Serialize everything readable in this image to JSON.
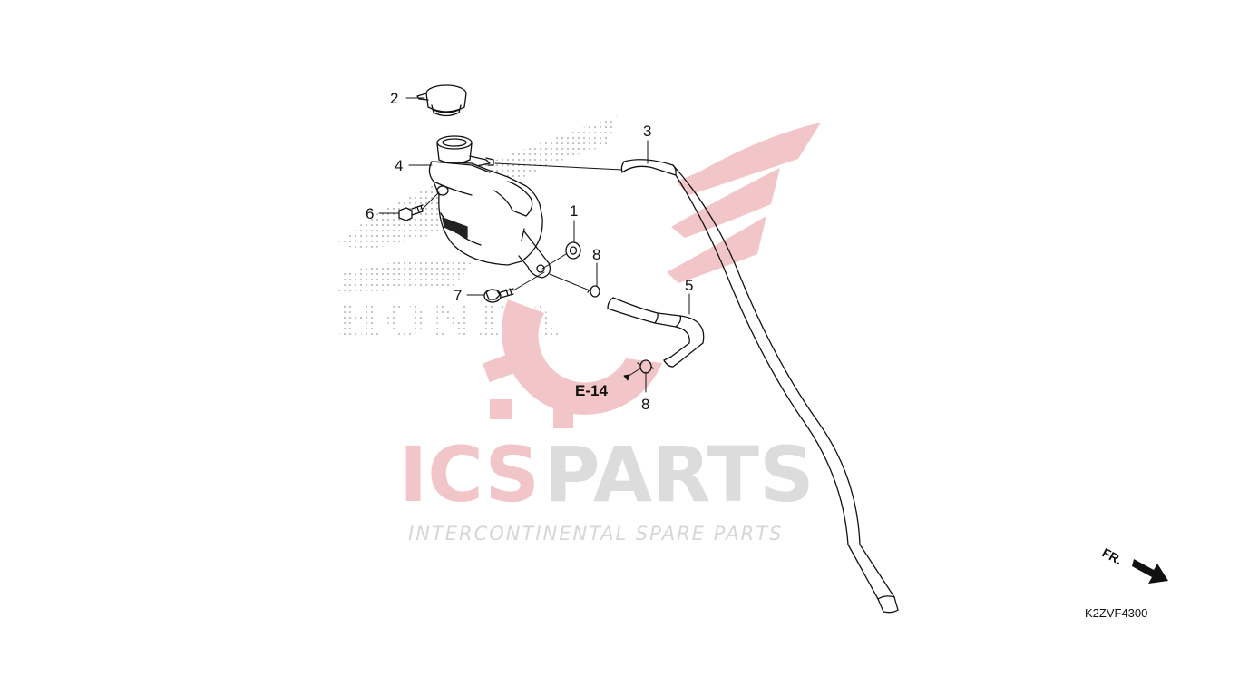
{
  "watermark": {
    "brand_ics": "ICS",
    "brand_parts": "PARTS",
    "tagline": "INTERCONTINENTAL SPARE PARTS",
    "honda_text": "HONDA",
    "red": "#f2c6c8",
    "grey": "#dcdcdc"
  },
  "callouts": {
    "p1": "1",
    "p2": "2",
    "p3": "3",
    "p4": "4",
    "p5": "5",
    "p6": "6",
    "p7": "7",
    "p8a": "8",
    "p8b": "8"
  },
  "reference": "E-14",
  "front_label": "FR.",
  "diagram_code": "K2ZVF4300"
}
